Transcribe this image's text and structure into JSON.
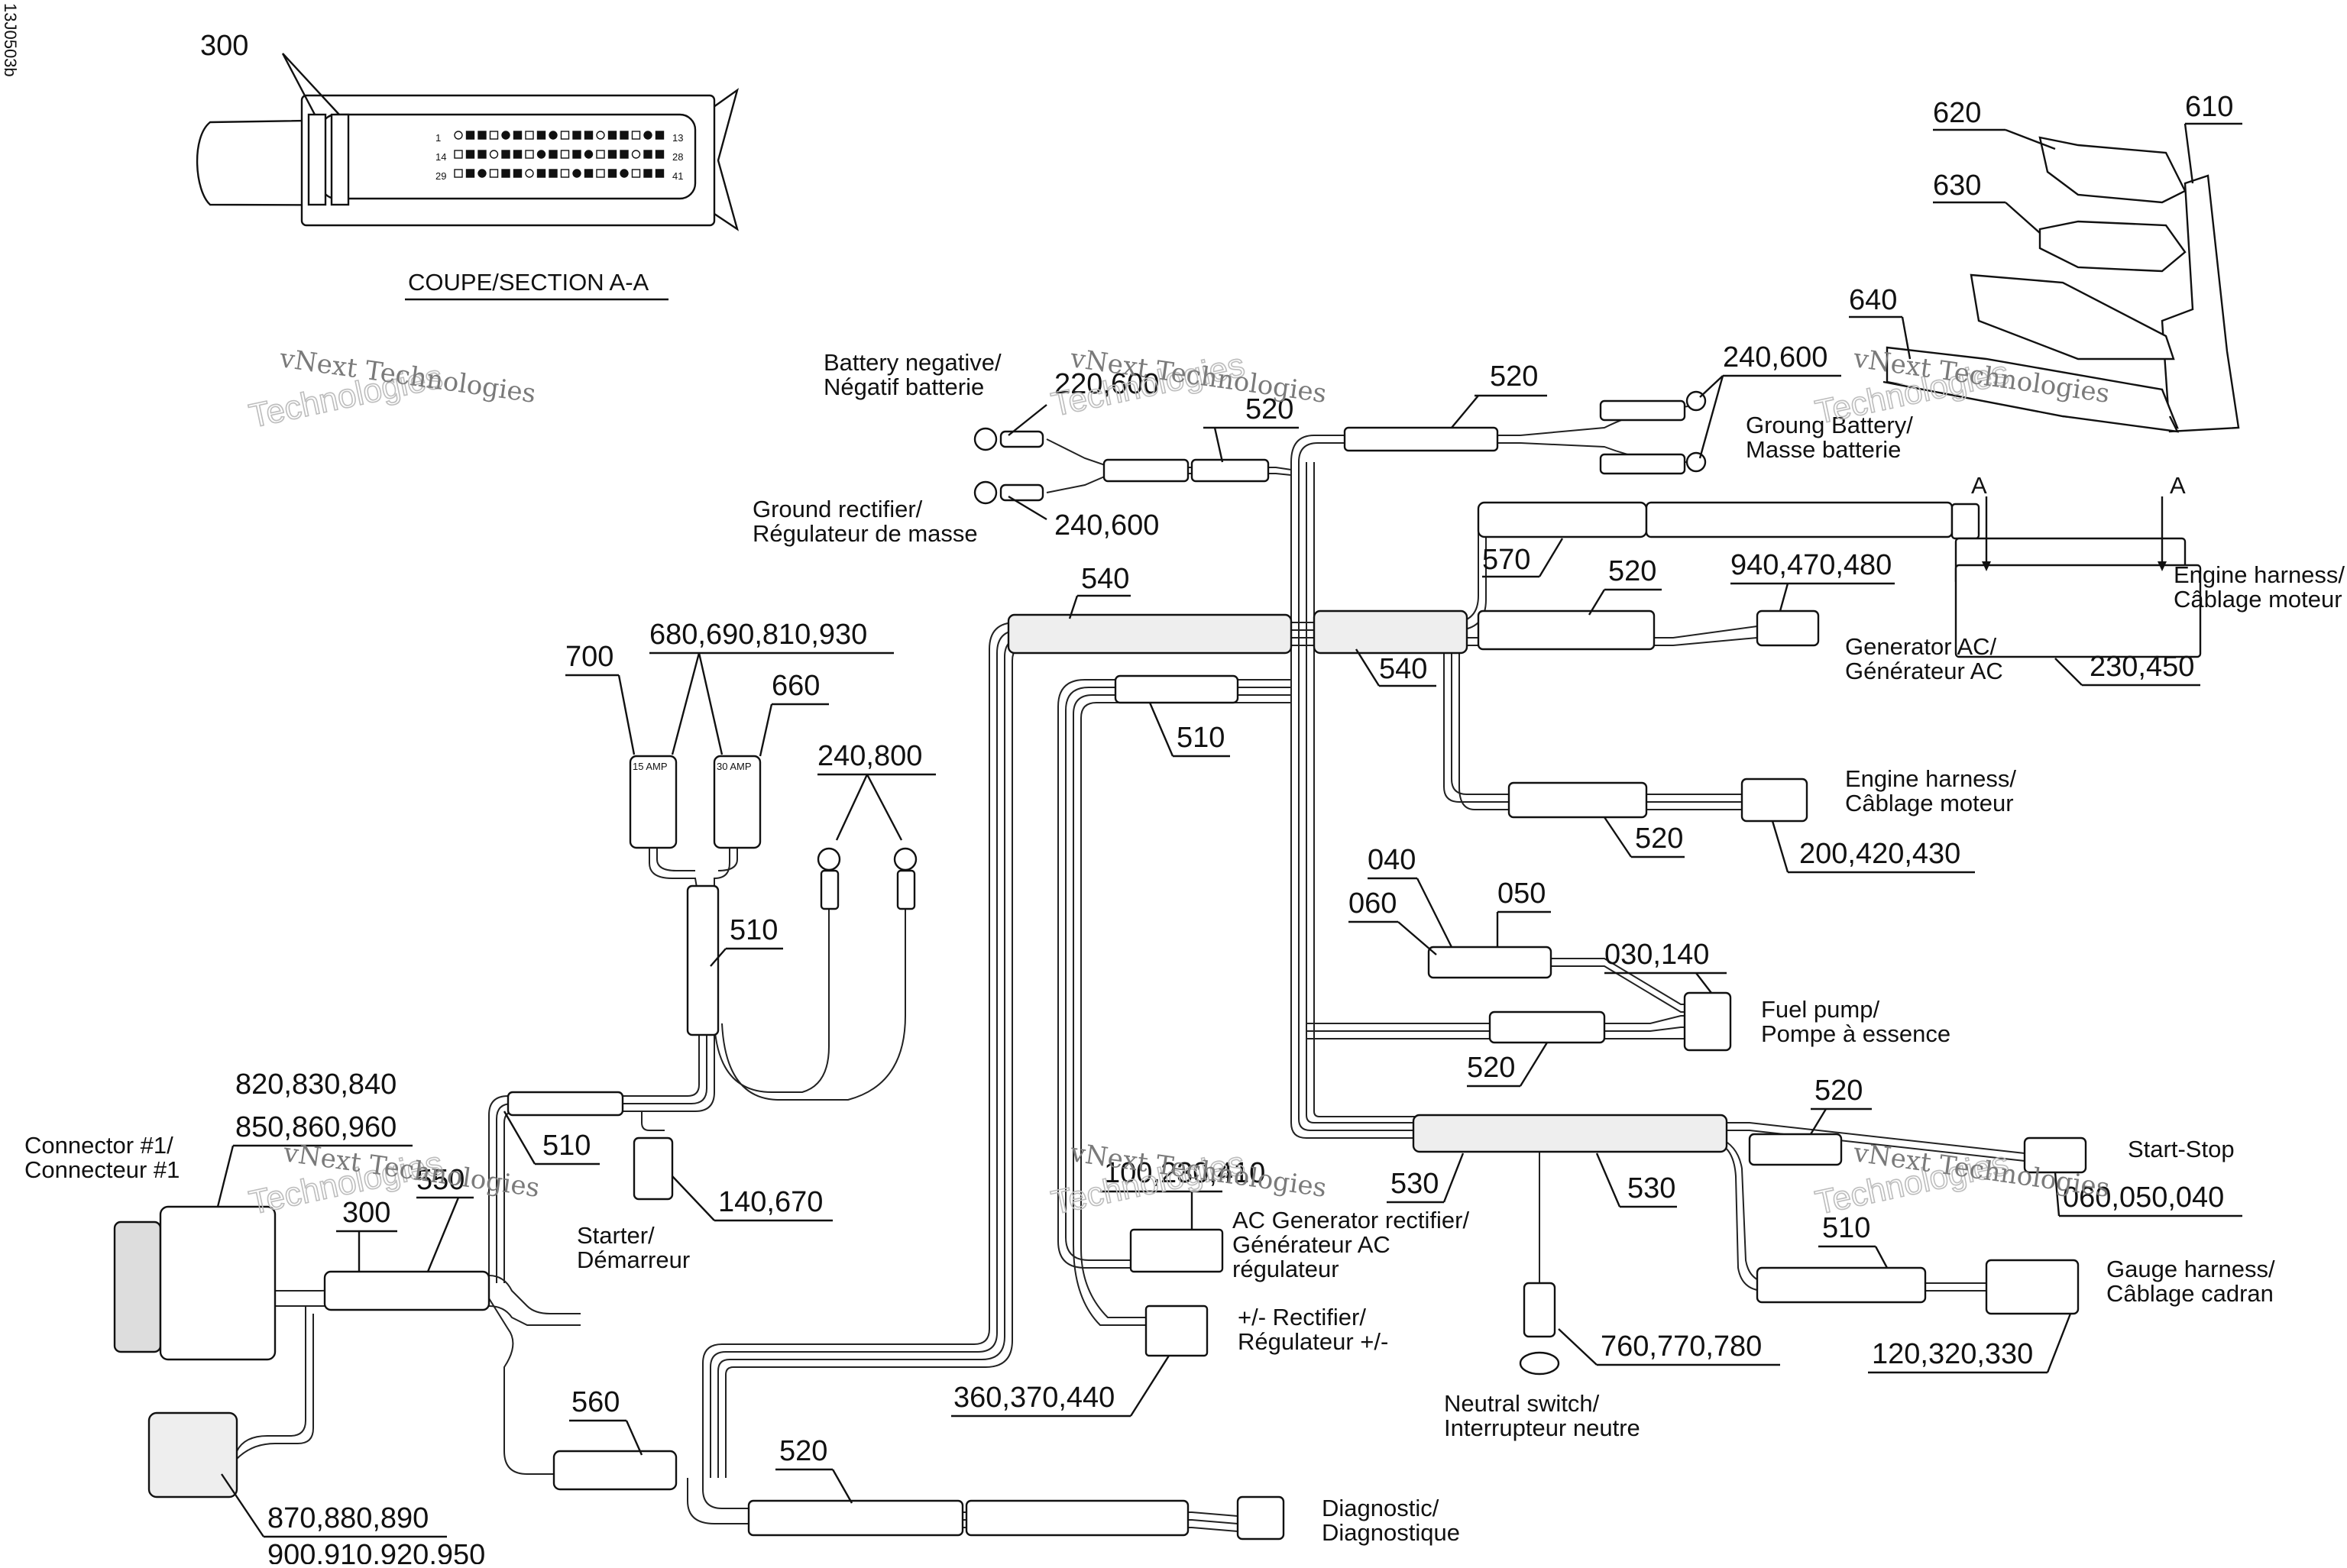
{
  "drawing_code": "13J0503b",
  "section_label": "COUPE/SECTION A-A",
  "watermark": {
    "line1": "vNext Technologies",
    "line2": "Technologies"
  },
  "section_marks": [
    "A",
    "A"
  ],
  "callouts": {
    "c300_top": "300",
    "c620": "620",
    "c610": "610",
    "c630": "630",
    "c640": "640",
    "c240_600_a": "240,600",
    "c220_600": "220,600",
    "c520_top": "520",
    "c520_b": "520",
    "c240_600_b": "240,600",
    "c540_a": "540",
    "c570": "570",
    "c520_c": "520",
    "c940": "940,470,480",
    "c540_b": "540",
    "c230_450": "230,450",
    "c700": "700",
    "c680": "680,690,810,930",
    "c660": "660",
    "c240_800": "240,800",
    "c510_a": "510",
    "c510_b": "510",
    "c520_d": "520",
    "c200": "200,420,430",
    "c040": "040",
    "c060": "060",
    "c050": "050",
    "c030_140": "030,140",
    "c520_e": "520",
    "c820": "820,830,840",
    "c850": "850,860,960",
    "c510_c": "510",
    "c550": "550",
    "c300_b": "300",
    "c140_670": "140,670",
    "c100": "100,230,410",
    "c530_a": "530",
    "c530_b": "530",
    "c520_f": "520",
    "c060_050_040": "060,050,040",
    "c510_d": "510",
    "c760": "760,770,780",
    "c120": "120,320,330",
    "c360": "360,370,440",
    "c560": "560",
    "c520_g": "520",
    "c870": "870,880,890",
    "c900": "900,910,920,950"
  },
  "labels": {
    "battery_neg": [
      "Battery negative/",
      "Négatif batterie"
    ],
    "ground_rectifier": [
      "Ground rectifier/",
      "Régulateur de masse"
    ],
    "ground_battery": [
      "Groung Battery/",
      "Masse batterie"
    ],
    "engine_harness_top": [
      "Engine harness/",
      "Câblage moteur"
    ],
    "generator_ac": [
      "Generator AC/",
      "Générateur AC"
    ],
    "engine_harness_mid": [
      "Engine harness/",
      "Câblage moteur"
    ],
    "fuel_pump": [
      "Fuel pump/",
      "Pompe à essence"
    ],
    "connector1": [
      "Connector #1/",
      "Connecteur #1"
    ],
    "starter": [
      "Starter/",
      "Démarreur"
    ],
    "ac_gen_rect": [
      "AC Generator rectifier/",
      "Générateur AC",
      "régulateur"
    ],
    "rectifier_pm": [
      "+/- Rectifier/",
      "Régulateur +/-"
    ],
    "start_stop": [
      "Start-Stop"
    ],
    "gauge_harness": [
      "Gauge harness/",
      "Câblage cadran"
    ],
    "neutral_switch": [
      "Neutral switch/",
      "Interrupteur neutre"
    ],
    "diagnostic": [
      "Diagnostic/",
      "Diagnostique"
    ]
  },
  "fuse_labels": {
    "f15": "15 AMP",
    "f30": "30 AMP"
  },
  "pin_numbers": [
    "1",
    "14",
    "29",
    "13",
    "28",
    "41"
  ]
}
